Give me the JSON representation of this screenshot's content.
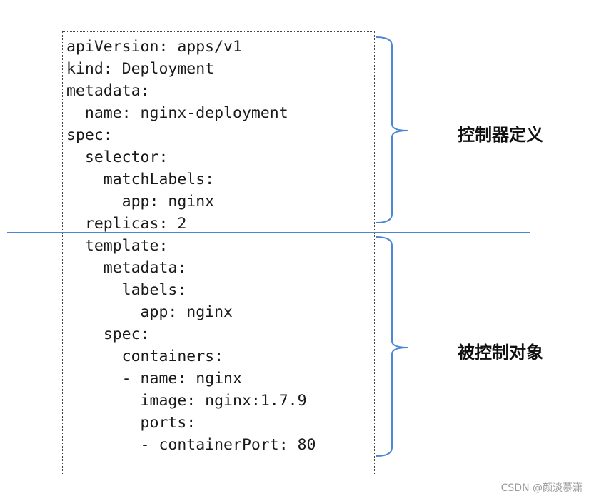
{
  "code_lines": [
    "apiVersion: apps/v1",
    "kind: Deployment",
    "metadata:",
    "  name: nginx-deployment",
    "spec:",
    "  selector:",
    "    matchLabels:",
    "      app: nginx",
    "  replicas: 2",
    "  template:",
    "    metadata:",
    "      labels:",
    "        app: nginx",
    "    spec:",
    "      containers:",
    "      - name: nginx",
    "        image: nginx:1.7.9",
    "        ports:",
    "        - containerPort: 80"
  ],
  "labels": {
    "controller_definition": "控制器定义",
    "controlled_object": "被控制对象"
  },
  "watermark": "CSDN @颜淡慕潇",
  "colors": {
    "accent_blue": "#4a86d4",
    "text": "#1a1a1a",
    "watermark": "#9a9a9a"
  }
}
